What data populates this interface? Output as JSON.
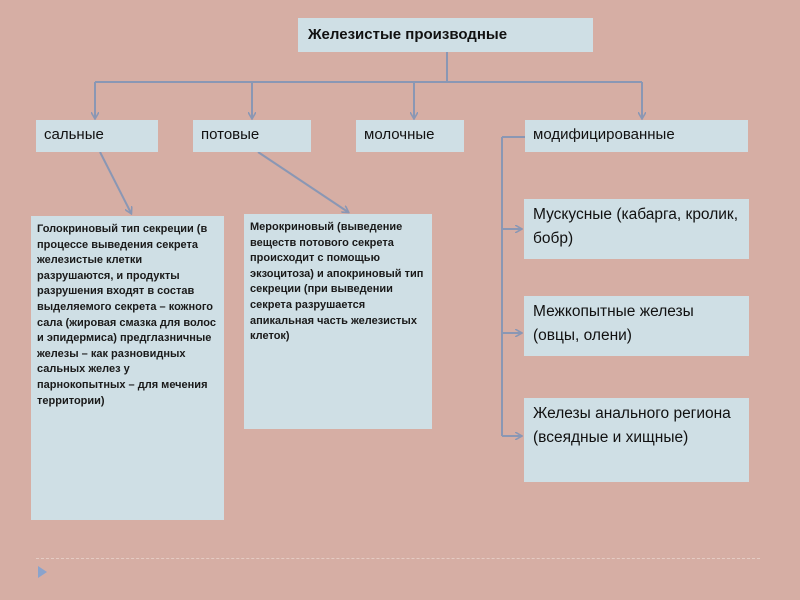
{
  "title": "Железистые производные",
  "categories": [
    {
      "label": "сальные"
    },
    {
      "label": "потовые"
    },
    {
      "label": "молочные"
    },
    {
      "label": "модифицированные"
    }
  ],
  "descriptions": [
    {
      "text": "Голокриновый тип секреции (в процессе выведения секрета железистые клетки разрушаются, и продукты разрушения входят в состав выделяемого секрета – кожного сала (жировая смазка для волос и эпидермиса) предглазничные железы – как разновидных  сальных желез у парнокопытных – для мечения территории)"
    },
    {
      "text": "Мерокриновый (выведение веществ потового секрета происходит с помощью экзоцитоза) и апокриновый тип секреции (при выведении секрета разрушается апикальная часть железистых клеток)"
    }
  ],
  "modified": [
    {
      "text": "Мускусные (кабарга, кролик, бобр)"
    },
    {
      "text": "Межкопытные железы (овцы, олени)"
    },
    {
      "text": "Железы анального региона (всеядные и хищные)"
    }
  ],
  "colors": {
    "background": "#d6aea4",
    "box": "#cfdfe5",
    "connector": "#8a97b4"
  }
}
